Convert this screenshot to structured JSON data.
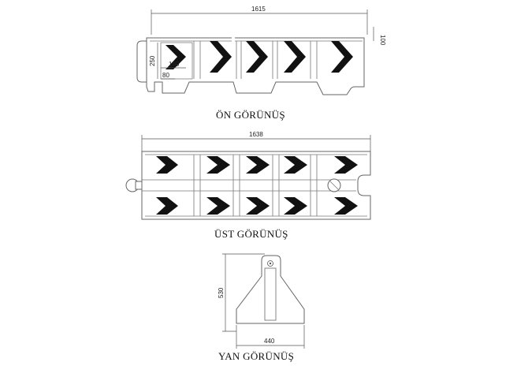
{
  "front_view": {
    "caption": "ÖN GÖRÜNÜŞ",
    "dim_length": "1615",
    "dim_height": "100",
    "dim_250": "250",
    "dim_180": "180",
    "dim_80": "80"
  },
  "top_view": {
    "caption": "ÜST GÖRÜNÜŞ",
    "dim_length": "1638"
  },
  "side_view": {
    "caption": "YAN GÖRÜNÜŞ",
    "dim_height": "530",
    "dim_width": "440"
  },
  "colors": {
    "chevron": "#111111",
    "outline": "#666666"
  }
}
